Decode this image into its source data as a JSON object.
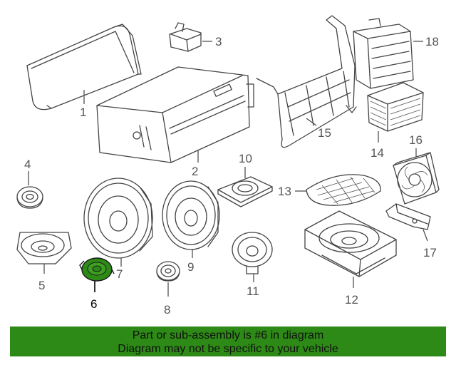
{
  "diagram": {
    "highlight_color": "#2d8a16",
    "callouts": [
      "1",
      "2",
      "3",
      "4",
      "5",
      "6",
      "7",
      "8",
      "9",
      "10",
      "11",
      "12",
      "13",
      "14",
      "15",
      "16",
      "17",
      "18"
    ],
    "highlighted_callout": "6"
  },
  "banner": {
    "background": "#2d8a16",
    "line1": "Part or sub-assembly is #6 in diagram",
    "line2": "Diagram may not be specific to your vehicle"
  }
}
